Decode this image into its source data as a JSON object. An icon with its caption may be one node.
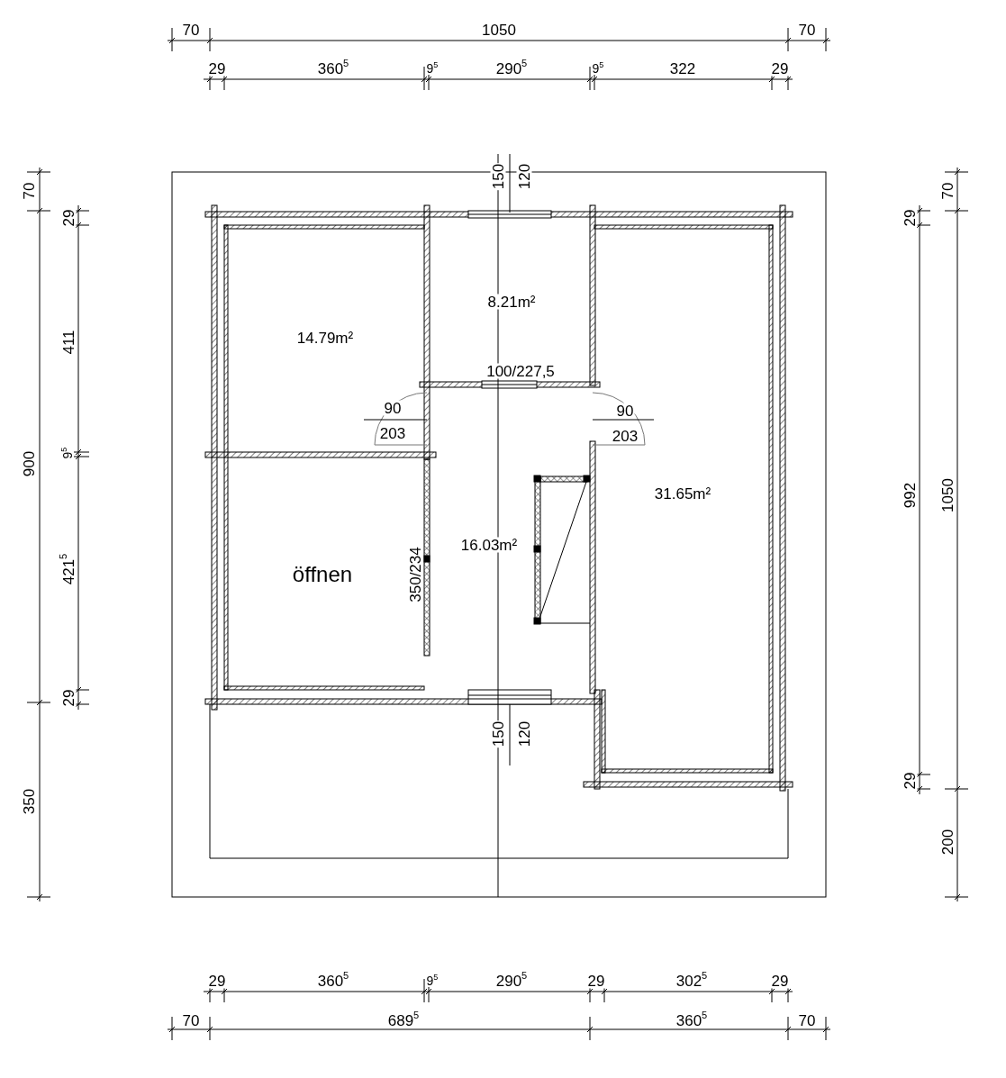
{
  "diagram": {
    "labels": [
      "70",
      "1050",
      "70",
      "29",
      "360$^{5}$",
      "9$^{5}$",
      "290$^{5}$",
      "9$^{5}$",
      "322",
      "29",
      "150",
      "120",
      "70",
      "29",
      "411",
      "900",
      "9$^{5}$",
      "421$^{5}$",
      "29",
      "350",
      "70",
      "29",
      "992",
      "1050",
      "29",
      "200",
      "8.21m²",
      "14.79m²",
      "100/227,5",
      "90",
      "90",
      "203",
      "203",
      "31.65m²",
      "16.03m²",
      "öffnen",
      "350/234",
      "150",
      "120",
      "29",
      "360$^{5}$",
      "9$^{5}$",
      "290$^{5}$",
      "29",
      "302$^{5}$",
      "29",
      "70",
      "689$^{5}$",
      "360$^{5}$",
      "70"
    ]
  }
}
